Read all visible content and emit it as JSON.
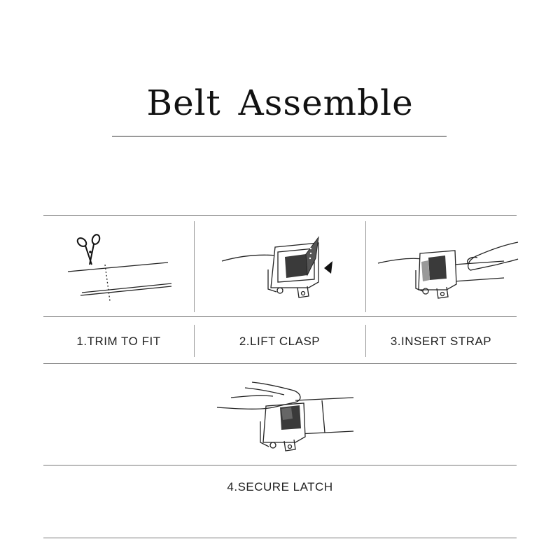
{
  "title": "Belt  Assemble",
  "steps": [
    {
      "label": "1.TRIM TO FIT",
      "icon": "scissors-cutting-strap-icon"
    },
    {
      "label": "2.LIFT CLASP",
      "icon": "buckle-clasp-open-icon"
    },
    {
      "label": "3.INSERT STRAP",
      "icon": "finger-insert-strap-icon"
    },
    {
      "label": "4.SECURE LATCH",
      "icon": "hand-press-latch-icon"
    }
  ],
  "colors": {
    "line": "#777777",
    "text": "#222222",
    "dark_fill": "#3a3a3a"
  }
}
